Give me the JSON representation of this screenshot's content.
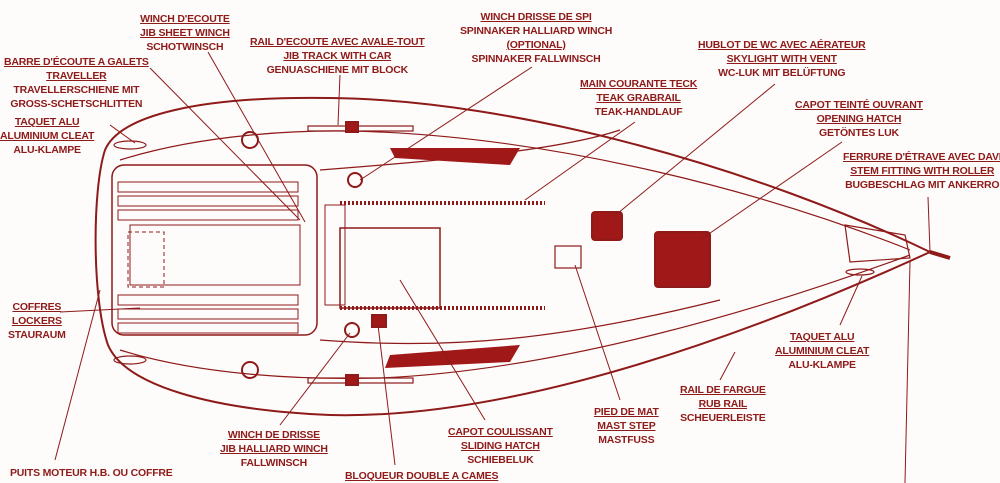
{
  "colors": {
    "ink": "#8e1a1a",
    "fill": "#a01818"
  },
  "labels": {
    "jib_sheet_winch": [
      "WINCH D'ECOUTE",
      "JIB SHEET WINCH",
      "SCHOTWINSCH"
    ],
    "jib_track": [
      "RAIL D'ECOUTE AVEC AVALE-TOUT",
      "JIB TRACK WITH CAR",
      "GENUASCHIENE MIT BLOCK"
    ],
    "traveller": [
      "BARRE D'ÉCOUTE A GALETS",
      "TRAVELLER",
      "TRAVELLERSCHIENE MIT",
      "GROSS-SCHETSCHLITTEN"
    ],
    "cleat_aft": [
      "TAQUET ALU",
      "ALUMINIUM CLEAT",
      "ALU-KLAMPE"
    ],
    "spinnaker_winch": [
      "WINCH DRISSE DE SPI",
      "SPINNAKER HALLIARD WINCH",
      "(OPTIONAL)",
      "SPINNAKER FALLWINSCH"
    ],
    "grabrail": [
      "MAIN COURANTE TECK",
      "TEAK GRABRAIL",
      "TEAK-HANDLAUF"
    ],
    "skylight": [
      "HUBLOT DE WC AVEC AÉRATEUR",
      "SKYLIGHT WITH VENT",
      "WC-LUK MIT BELÜFTUNG"
    ],
    "opening_hatch": [
      "CAPOT TEINTÉ OUVRANT",
      "OPENING HATCH",
      "GETÖNTES LUK"
    ],
    "stem_fitting": [
      "FERRURE D'ÉTRAVE AVEC DAVI",
      "STEM FITTING WITH ROLLER",
      "BUGBESCHLAG MIT ANKERRO"
    ],
    "lockers": [
      "COFFRES",
      "LOCKERS",
      "STAURAUM"
    ],
    "outboard_well": [
      "PUITS MOTEUR H.B. OU COFFRE"
    ],
    "jib_halliard_winch": [
      "WINCH DE DRISSE",
      "JIB HALLIARD WINCH",
      "FALLWINSCH"
    ],
    "cam_cleat": [
      "BLOQUEUR DOUBLE A CAMES"
    ],
    "sliding_hatch": [
      "CAPOT COULISSANT",
      "SLIDING HATCH",
      "SCHIEBELUK"
    ],
    "mast_step": [
      "PIED DE MAT",
      "MAST STEP",
      "MASTFUSS"
    ],
    "rub_rail": [
      "RAIL DE FARGUE",
      "RUB RAIL",
      "SCHEUERLEISTE"
    ],
    "cleat_fwd": [
      "TAQUET ALU",
      "ALUMINIUM CLEAT",
      "ALU-KLAMPE"
    ]
  }
}
